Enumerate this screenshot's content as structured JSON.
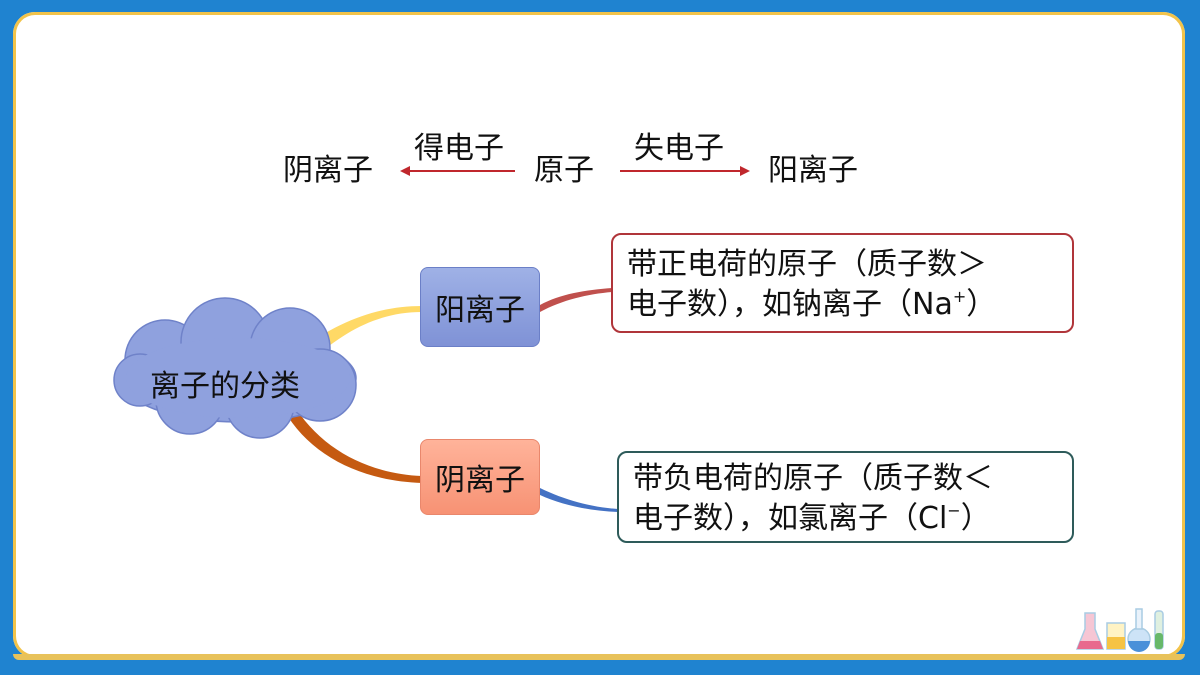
{
  "top_row": {
    "anion": "阴离子",
    "gain_electron": "得电子",
    "atom": "原子",
    "lose_electron": "失电子",
    "cation": "阳离子"
  },
  "mindmap": {
    "root": "离子的分类",
    "branches": [
      {
        "label": "阳离子",
        "desc_line1": "带正电荷的原子（质子数＞",
        "desc_line2_prefix": "电子数），如钠离子（Na",
        "desc_line2_sup": "+",
        "desc_line2_suffix": "）"
      },
      {
        "label": "阴离子",
        "desc_line1": "带负电荷的原子（质子数＜",
        "desc_line2_prefix": "电子数），如氯离子（Cl",
        "desc_line2_sup": "−",
        "desc_line2_suffix": "）"
      }
    ]
  },
  "colors": {
    "frame": "#1f83d0",
    "arrow": "#c0272d",
    "cation_fill": "#8fa1de",
    "anion_fill": "#f9a084",
    "cloud_fill": "#8fa1de",
    "branch_upper": "#ffd966",
    "branch_lower": "#c55a11",
    "cation_connector": "#c0504d",
    "anion_connector": "#4472c4"
  }
}
